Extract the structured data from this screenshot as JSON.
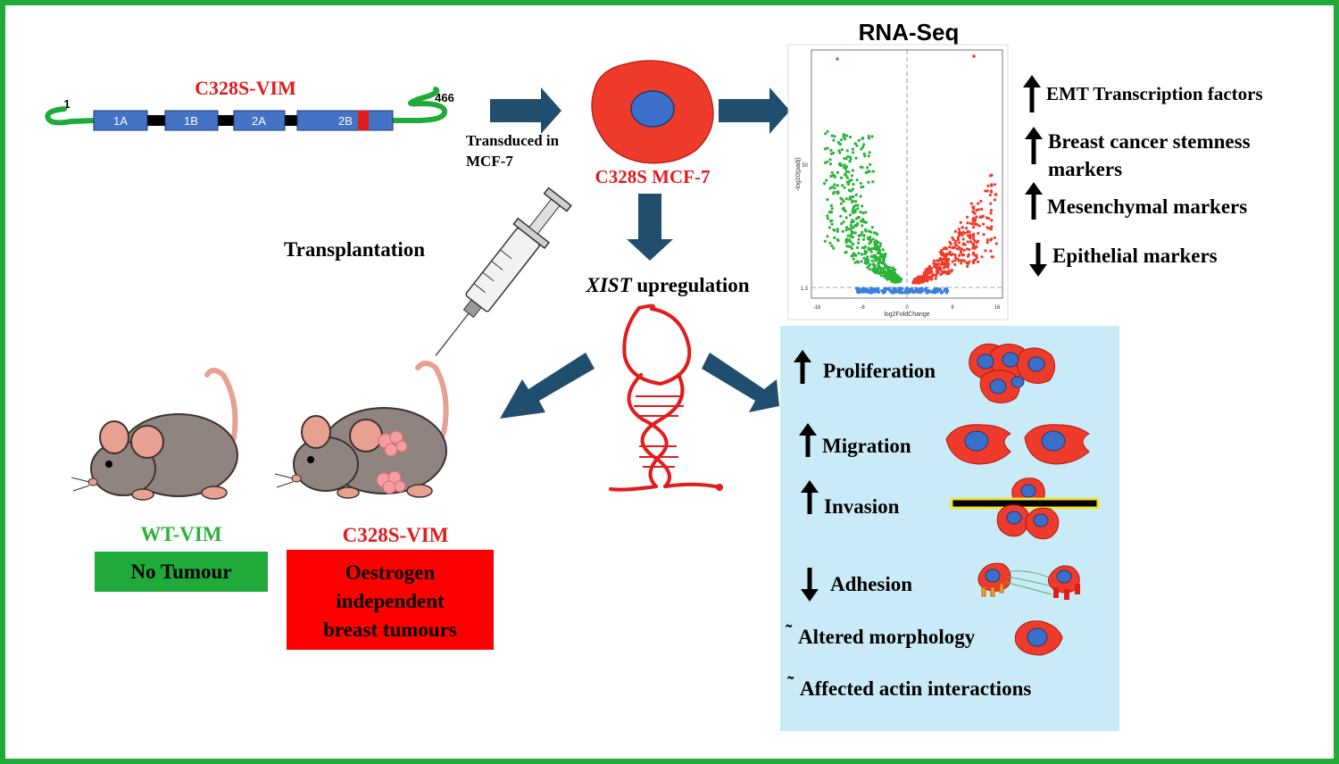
{
  "colors": {
    "border": "#1faa3a",
    "arrow": "#1f4e6e",
    "red_text": "#e21b1b",
    "green_text": "#2bb33a",
    "protein_domain": "#4472c4",
    "panel_bg": "#c9ebf7",
    "cell_red": "#ef3b2c",
    "cell_nucleus": "#3b6fc9"
  },
  "protein": {
    "title": "C328S-VIM",
    "start_label": "1",
    "end_label": "466",
    "domains": [
      "1A",
      "1B",
      "2A",
      "2B"
    ]
  },
  "transduction": {
    "label_line1": "Transduced in",
    "label_line2": "MCF-7"
  },
  "cell_label": "C328S MCF-7",
  "rnaseq": {
    "title": "RNA-Seq",
    "ylabel": "-log10(padj)",
    "xlabel": "log2FoldChange",
    "xticks": [
      "-16",
      "-8",
      "0",
      "8",
      "16"
    ],
    "ytick_top": "50",
    "ytick_threshold": "1.3"
  },
  "markers": [
    {
      "direction": "up",
      "text": "EMT Transcription factors"
    },
    {
      "direction": "up",
      "text_line1": "Breast cancer stemness",
      "text_line2": "markers"
    },
    {
      "direction": "up",
      "text": "Mesenchymal markers"
    },
    {
      "direction": "down",
      "text": "Epithelial markers"
    }
  ],
  "transplantation_label": "Transplantation",
  "xist": {
    "gene": "XIST",
    "suffix": " upregulation"
  },
  "mice": {
    "wt": {
      "label": "WT-VIM",
      "outcome": "No Tumour"
    },
    "mutant": {
      "label": "C328S-VIM",
      "outcome_line1": "Oestrogen",
      "outcome_line2": "independent",
      "outcome_line3": "breast tumours"
    }
  },
  "phenotypes": [
    {
      "symbol": "up",
      "text": "Proliferation"
    },
    {
      "symbol": "up",
      "text": "Migration"
    },
    {
      "symbol": "up",
      "text": "Invasion"
    },
    {
      "symbol": "down",
      "text": "Adhesion"
    },
    {
      "symbol": "˜",
      "text": "Altered morphology"
    },
    {
      "symbol": "˜",
      "text": "Affected actin interactions"
    }
  ]
}
